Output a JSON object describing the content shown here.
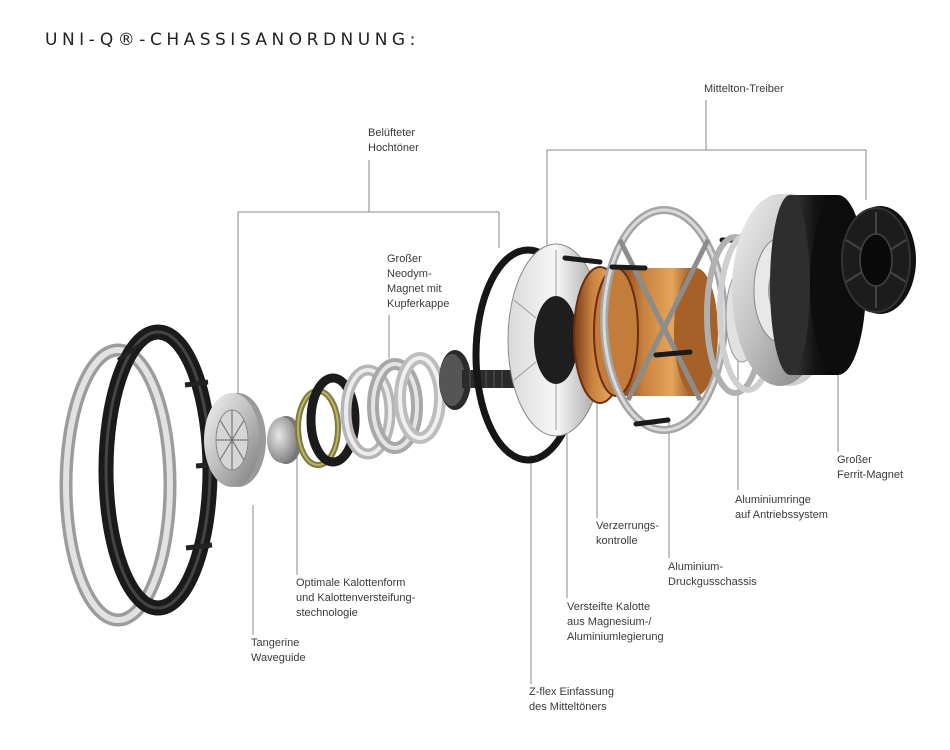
{
  "title": "UNI-Q®-CHASSISANORDNUNG:",
  "labels": {
    "mittelton_treiber": [
      "Mittelton-Treiber"
    ],
    "belufteter_hochtoner": [
      "Belüfteter",
      "Hochtöner"
    ],
    "neodym_magnet": [
      "Großer",
      "Neodym-",
      "Magnet mit",
      "Kupferkappe"
    ],
    "ferrit_magnet": [
      "Großer",
      "Ferrit-Magnet"
    ],
    "aluminiumringe": [
      "Aluminiumringe",
      "auf Antriebssystem"
    ],
    "verzerrungskontrolle": [
      "Verzerrungs-",
      "kontrolle"
    ],
    "druckgusschassis": [
      "Aluminium-",
      "Druckgusschassis"
    ],
    "versteifte_kalotte": [
      "Versteifte Kalotte",
      "aus Magnesium-/",
      "Aluminiumlegierung"
    ],
    "optimale_kalottenform": [
      "Optimale Kalottenform",
      "und Kalottenversteifung-",
      "stechnologie"
    ],
    "tangerine_waveguide": [
      "Tangerine",
      "Waveguide"
    ],
    "z_flex": [
      "Z-flex Einfassung",
      "des Mitteltöners"
    ]
  }
}
